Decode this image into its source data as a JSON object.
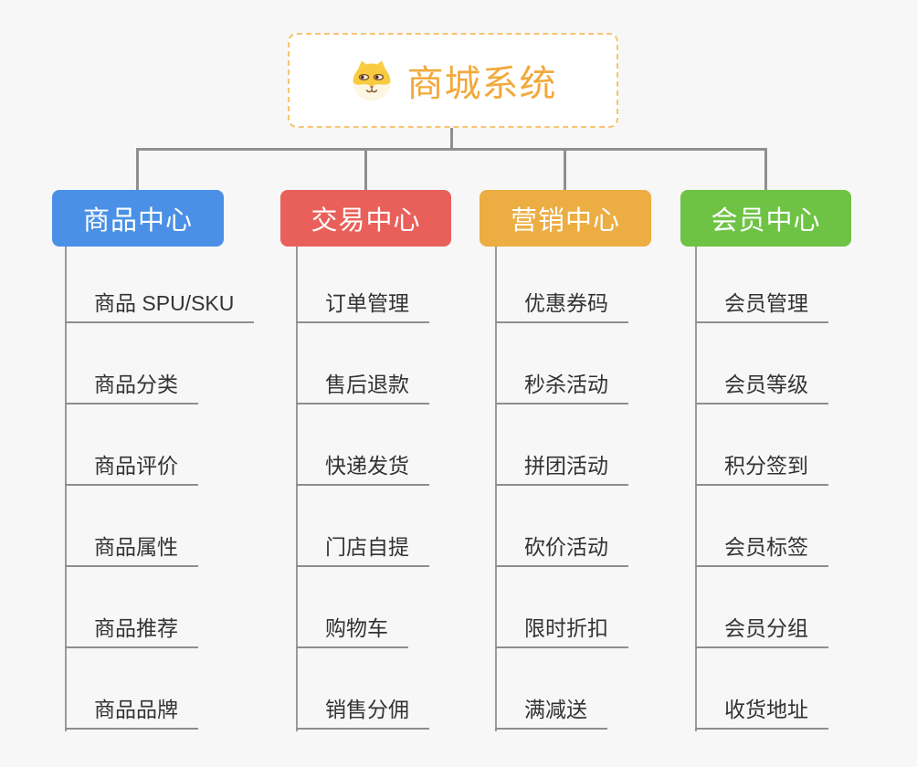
{
  "root": {
    "title": "商城系统",
    "icon": "shiba-dog-icon"
  },
  "branches": [
    {
      "label": "商品中心",
      "color": "#4A90E6",
      "items": [
        "商品 SPU/SKU",
        "商品分类",
        "商品评价",
        "商品属性",
        "商品推荐",
        "商品品牌"
      ]
    },
    {
      "label": "交易中心",
      "color": "#E9605A",
      "items": [
        "订单管理",
        "售后退款",
        "快递发货",
        "门店自提",
        "购物车",
        "销售分佣"
      ]
    },
    {
      "label": "营销中心",
      "color": "#ECAD42",
      "items": [
        "优惠券码",
        "秒杀活动",
        "拼团活动",
        "砍价活动",
        "限时折扣",
        "满减送"
      ]
    },
    {
      "label": "会员中心",
      "color": "#6EC344",
      "items": [
        "会员管理",
        "会员等级",
        "积分签到",
        "会员标签",
        "会员分组",
        "收货地址"
      ]
    }
  ],
  "colors": {
    "background": "#f7f7f7",
    "connector": "#8f8f8f",
    "leaf_underline": "#8e8e8e",
    "leaf_text": "#333333",
    "root_text": "#f2a93b",
    "root_border": "#f6c473"
  }
}
